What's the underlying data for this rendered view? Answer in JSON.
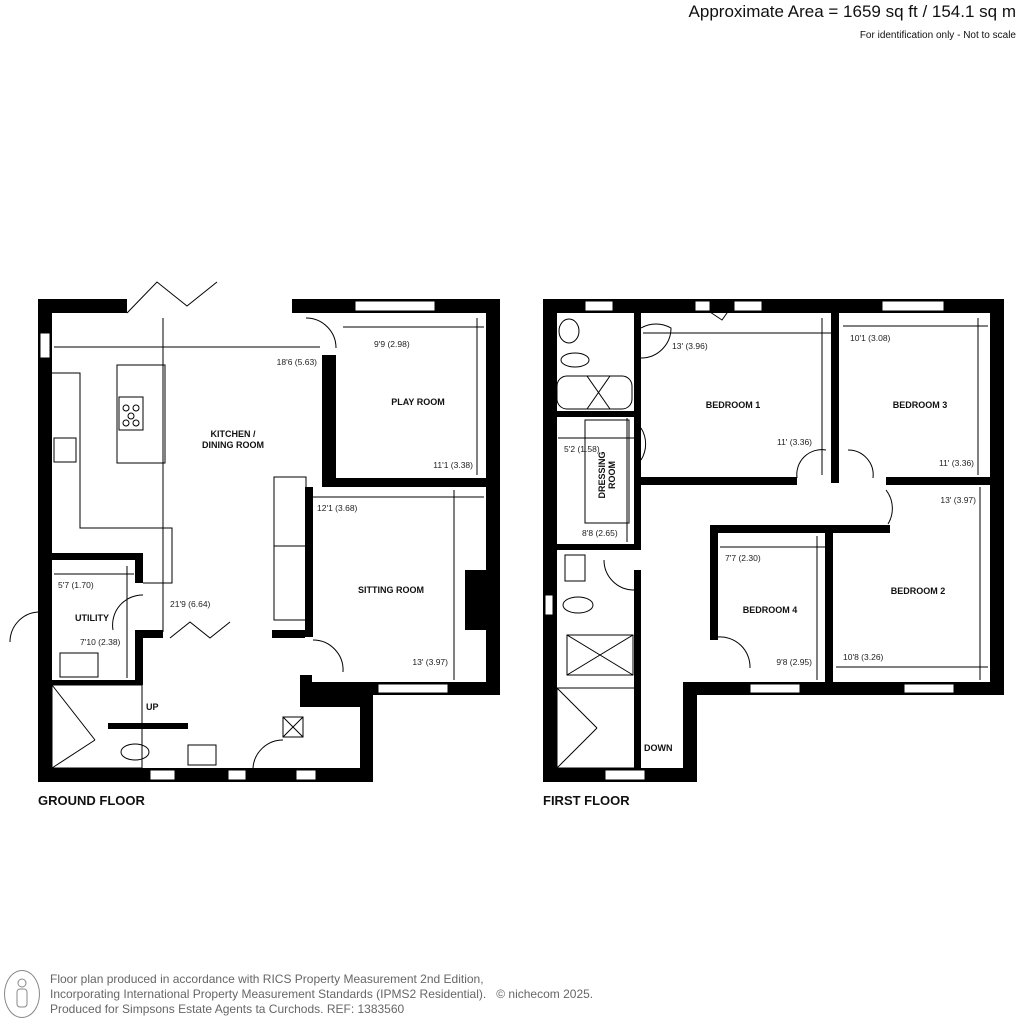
{
  "header": {
    "area": "Approximate Area = 1659 sq ft / 154.1 sq m",
    "note": "For identification only - Not to scale"
  },
  "ground_floor": {
    "title": "GROUND FLOOR",
    "rooms": {
      "kitchen_line1": "KITCHEN /",
      "kitchen_line2": "DINING ROOM",
      "play_room": "PLAY ROOM",
      "sitting_room": "SITTING ROOM",
      "utility": "UTILITY",
      "stairs": "UP"
    },
    "dimensions": {
      "kitchen_width": "18'6 (5.63)",
      "kitchen_length": "21'9 (6.64)",
      "play_width": "9'9 (2.98)",
      "play_length": "11'1 (3.38)",
      "sitting_width": "12'1 (3.68)",
      "sitting_length": "13' (3.97)",
      "utility_width": "5'7 (1.70)",
      "utility_length": "7'10 (2.38)"
    }
  },
  "first_floor": {
    "title": "FIRST FLOOR",
    "rooms": {
      "bedroom1": "BEDROOM 1",
      "bedroom2": "BEDROOM 2",
      "bedroom3": "BEDROOM 3",
      "bedroom4": "BEDROOM 4",
      "dressing_line1": "DRESSING",
      "dressing_line2": "ROOM",
      "stairs": "DOWN"
    },
    "dimensions": {
      "bed1_width": "13' (3.96)",
      "bed1_length": "11' (3.36)",
      "bed3_width": "10'1 (3.08)",
      "bed3_length": "11' (3.36)",
      "bed2_length": "13' (3.97)",
      "bed2_width": "10'8 (3.26)",
      "bed4_width": "7'7 (2.30)",
      "bed4_length": "9'8 (2.95)",
      "dressing_width": "5'2 (1.58)",
      "dressing_length": "8'8 (2.65)"
    }
  },
  "footer": {
    "line1": "Floor plan produced in accordance with RICS Property Measurement 2nd Edition,",
    "line2": "Incorporating International Property Measurement Standards (IPMS2 Residential).",
    "copyright": "© nichecom 2025.",
    "line3": "Produced for Simpsons Estate Agents ta Curchods.   REF: 1383560",
    "logo_icon": "person-outline-icon"
  }
}
